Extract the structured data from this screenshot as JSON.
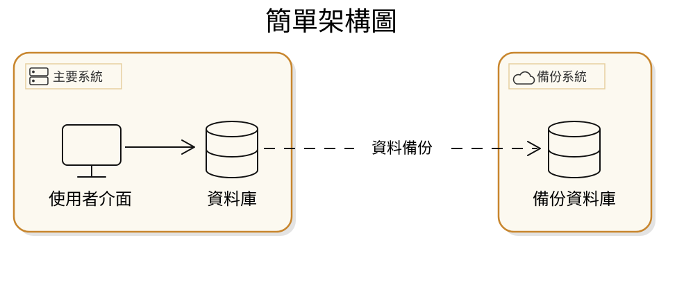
{
  "diagram": {
    "title": "簡單架構圖",
    "groups": {
      "primary": {
        "label": "主要系統",
        "icon": "server-icon"
      },
      "backup": {
        "label": "備份系統",
        "icon": "cloud-icon"
      }
    },
    "nodes": {
      "user_interface": {
        "label": "使用者介面",
        "icon": "monitor-icon"
      },
      "database": {
        "label": "資料庫",
        "icon": "database-icon"
      },
      "backup_database": {
        "label": "備份資料庫",
        "icon": "database-icon"
      }
    },
    "edges": {
      "ui_to_db": {
        "label": "",
        "style": "solid"
      },
      "db_to_backup": {
        "label": "資料備份",
        "style": "dashed"
      }
    }
  },
  "colors": {
    "group_border": "#c8862e",
    "group_fill": "#fcf9f0",
    "group_shadow": "#e3e3e3",
    "stroke": "#111111",
    "tag_border": "#e6cfa0"
  }
}
